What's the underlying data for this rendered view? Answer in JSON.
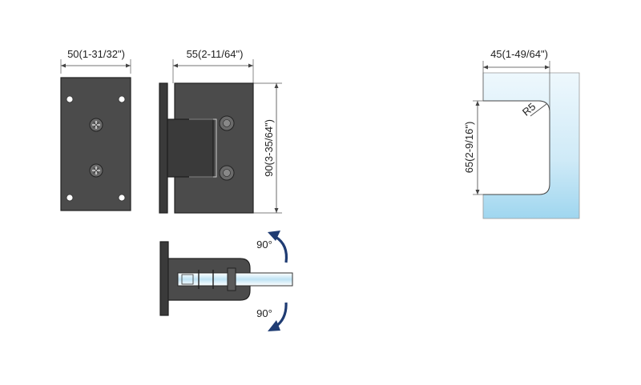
{
  "front_view": {
    "width_label": "50(1-31/32\")"
  },
  "side_view": {
    "width_label": "55(2-11/64\")",
    "height_label": "90(3-35/64\")"
  },
  "top_view": {
    "rotation_top_label": "90°",
    "rotation_bottom_label": "90°"
  },
  "glass_cutout": {
    "width_label": "45(1-49/64\")",
    "height_label": "65(2-9/16\")",
    "radius_label": "R5"
  },
  "colors": {
    "metal": "#4b4b4b",
    "glass_top": "#e6f4fb",
    "glass_bottom": "#9fd6ef",
    "arrow": "#1f3c73"
  }
}
